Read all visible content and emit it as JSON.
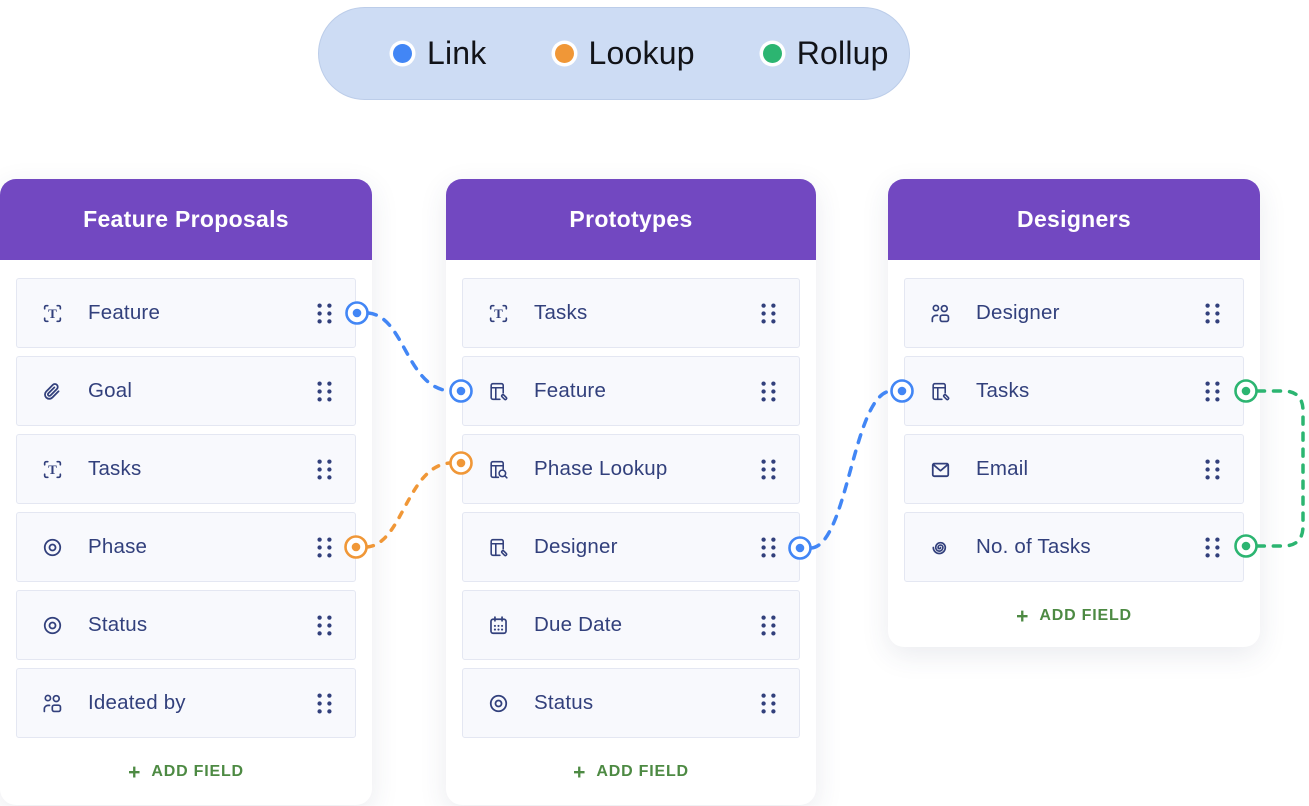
{
  "legend": {
    "items": [
      {
        "label": "Link",
        "type": "link",
        "color": "#4286f5"
      },
      {
        "label": "Lookup",
        "type": "lookup",
        "color": "#f09737"
      },
      {
        "label": "Rollup",
        "type": "rollup",
        "color": "#2cb571"
      }
    ]
  },
  "tables": [
    {
      "title": "Feature Proposals",
      "add_field": {
        "plus": "+",
        "label": "ADD FIELD"
      },
      "fields": [
        {
          "label": "Feature",
          "icon": "text-field-icon"
        },
        {
          "label": "Goal",
          "icon": "attachment-icon"
        },
        {
          "label": "Tasks",
          "icon": "text-field-icon"
        },
        {
          "label": "Phase",
          "icon": "picklist-icon"
        },
        {
          "label": "Status",
          "icon": "picklist-icon"
        },
        {
          "label": "Ideated by",
          "icon": "users-icon"
        }
      ]
    },
    {
      "title": "Prototypes",
      "add_field": {
        "plus": "+",
        "label": "ADD FIELD"
      },
      "fields": [
        {
          "label": "Tasks",
          "icon": "text-field-icon"
        },
        {
          "label": "Feature",
          "icon": "linked-record-icon"
        },
        {
          "label": "Phase Lookup",
          "icon": "lookup-icon"
        },
        {
          "label": "Designer",
          "icon": "linked-record-icon"
        },
        {
          "label": "Due Date",
          "icon": "calendar-icon"
        },
        {
          "label": "Status",
          "icon": "picklist-icon"
        }
      ]
    },
    {
      "title": "Designers",
      "add_field": {
        "plus": "+",
        "label": "ADD FIELD"
      },
      "fields": [
        {
          "label": "Designer",
          "icon": "users-icon"
        },
        {
          "label": "Tasks",
          "icon": "linked-record-icon"
        },
        {
          "label": "Email",
          "icon": "email-icon"
        },
        {
          "label": "No. of Tasks",
          "icon": "rollup-icon"
        }
      ]
    }
  ],
  "connections": [
    {
      "type": "link",
      "from": "Feature Proposals / Feature",
      "to": "Prototypes / Feature",
      "color": "#4286f5"
    },
    {
      "type": "lookup",
      "from": "Feature Proposals / Phase",
      "to": "Prototypes / Phase Lookup",
      "color": "#f09737"
    },
    {
      "type": "link",
      "from": "Prototypes / Designer",
      "to": "Designers / Tasks",
      "color": "#4286f5"
    },
    {
      "type": "rollup",
      "from": "Designers / Tasks",
      "to": "Designers / No. of Tasks",
      "color": "#2cb571"
    }
  ],
  "colors": {
    "header_purple": "#7248c1",
    "row_background": "#f8f9fd",
    "row_border": "#e4e7f2",
    "field_text": "#32407c",
    "legend_background": "#cddcf4",
    "add_field_green": "#4d8a43",
    "link_blue": "#4286f5",
    "lookup_orange": "#f09737",
    "rollup_green": "#2cb571"
  }
}
